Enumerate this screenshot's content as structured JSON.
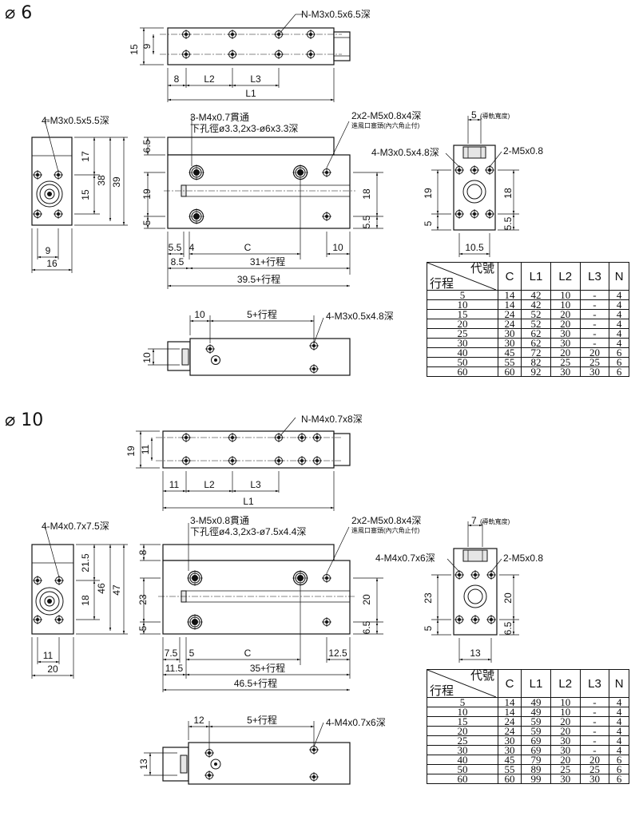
{
  "sections": [
    {
      "title": "⌀ 6",
      "top_view": {
        "dim_height": "15",
        "dim_inner": "9",
        "note": "N-M3x0.5x6.5深",
        "dims": [
          "8",
          "L2",
          "L3",
          "L1"
        ]
      },
      "side_view": {
        "note": "4-M3x0.5x5.5深",
        "dims": [
          "17",
          "38",
          "39",
          "15",
          "9",
          "16"
        ]
      },
      "front_view": {
        "note1": "3-M4x0.7貫通",
        "note1b": "下孔徑ø3.3,2x3-ø6x3.3深",
        "note2": "2x2-M5x0.8x4深",
        "note2b": "進風口塞頭(內六角止付)",
        "dims": [
          "6.5",
          "19",
          "5",
          "18",
          "5.5",
          "5.5",
          "4",
          "C",
          "10",
          "8.5",
          "31+行程",
          "39.5+行程"
        ]
      },
      "end_view": {
        "rail": "5",
        "rail_label": "(導軌寬度)",
        "note1": "4-M3x0.5x4.8深",
        "note2": "2-M5x0.8",
        "dims": [
          "19",
          "5",
          "18",
          "5.5",
          "10.5"
        ]
      },
      "bottom_view": {
        "note": "4-M3x0.5x4.8深",
        "dims": [
          "10",
          "5+行程",
          "10"
        ]
      },
      "table": {
        "header": {
          "code": "代號",
          "stroke": "行程",
          "cols": [
            "C",
            "L1",
            "L2",
            "L3",
            "N"
          ]
        },
        "rows": [
          [
            "5",
            "14",
            "42",
            "10",
            "-",
            "4"
          ],
          [
            "10",
            "14",
            "42",
            "10",
            "-",
            "4"
          ],
          [
            "15",
            "24",
            "52",
            "20",
            "-",
            "4"
          ],
          [
            "20",
            "24",
            "52",
            "20",
            "-",
            "4"
          ],
          [
            "25",
            "30",
            "62",
            "30",
            "-",
            "4"
          ],
          [
            "30",
            "30",
            "62",
            "30",
            "-",
            "4"
          ],
          [
            "40",
            "45",
            "72",
            "20",
            "20",
            "6"
          ],
          [
            "50",
            "55",
            "82",
            "25",
            "25",
            "6"
          ],
          [
            "60",
            "60",
            "92",
            "30",
            "30",
            "6"
          ]
        ]
      }
    },
    {
      "title": "⌀ 10",
      "top_view": {
        "dim_height": "19",
        "dim_inner": "11",
        "note": "N-M4x0.7x8深",
        "dims": [
          "11",
          "L2",
          "L3",
          "L1"
        ]
      },
      "side_view": {
        "note": "4-M4x0.7x7.5深",
        "dims": [
          "21.5",
          "46",
          "47",
          "18",
          "11",
          "20"
        ]
      },
      "front_view": {
        "note1": "3-M5x0.8貫通",
        "note1b": "下孔徑ø4.3,2x3-ø7.5x4.4深",
        "note2": "2x2-M5x0.8x4深",
        "note2b": "進風口塞頭(內六角止付)",
        "dims": [
          "8",
          "23",
          "5",
          "20",
          "6.5",
          "7.5",
          "5",
          "C",
          "12.5",
          "11.5",
          "35+行程",
          "46.5+行程"
        ]
      },
      "end_view": {
        "rail": "7",
        "rail_label": "(導軌寬度)",
        "note1": "4-M4x0.7x6深",
        "note2": "2-M5x0.8",
        "dims": [
          "23",
          "5",
          "20",
          "6.5",
          "13"
        ]
      },
      "bottom_view": {
        "note": "4-M4x0.7x6深",
        "dims": [
          "12",
          "5+行程",
          "13"
        ]
      },
      "table": {
        "header": {
          "code": "代號",
          "stroke": "行程",
          "cols": [
            "C",
            "L1",
            "L2",
            "L3",
            "N"
          ]
        },
        "rows": [
          [
            "5",
            "14",
            "49",
            "10",
            "-",
            "4"
          ],
          [
            "10",
            "14",
            "49",
            "10",
            "-",
            "4"
          ],
          [
            "15",
            "24",
            "59",
            "20",
            "-",
            "4"
          ],
          [
            "20",
            "24",
            "59",
            "20",
            "-",
            "4"
          ],
          [
            "25",
            "30",
            "69",
            "30",
            "-",
            "4"
          ],
          [
            "30",
            "30",
            "69",
            "30",
            "-",
            "4"
          ],
          [
            "40",
            "45",
            "79",
            "20",
            "20",
            "6"
          ],
          [
            "50",
            "55",
            "89",
            "25",
            "25",
            "6"
          ],
          [
            "60",
            "60",
            "99",
            "30",
            "30",
            "6"
          ]
        ]
      }
    }
  ]
}
